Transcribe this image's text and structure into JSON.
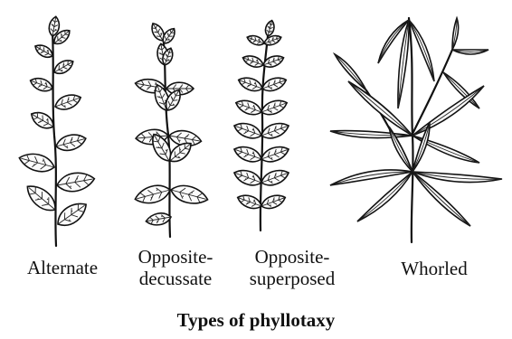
{
  "figure": {
    "plants": [
      {
        "name": "alternate",
        "label_lines": [
          "Alternate"
        ]
      },
      {
        "name": "opposite-decussate",
        "label_lines": [
          "Opposite-",
          "decussate"
        ]
      },
      {
        "name": "opposite-superposed",
        "label_lines": [
          "Opposite-",
          "superposed"
        ]
      },
      {
        "name": "whorled",
        "label_lines": [
          "Whorled"
        ]
      }
    ],
    "caption": "Types of phyllotaxy"
  },
  "colors": {
    "ink": "#111111",
    "paper": "#ffffff"
  }
}
